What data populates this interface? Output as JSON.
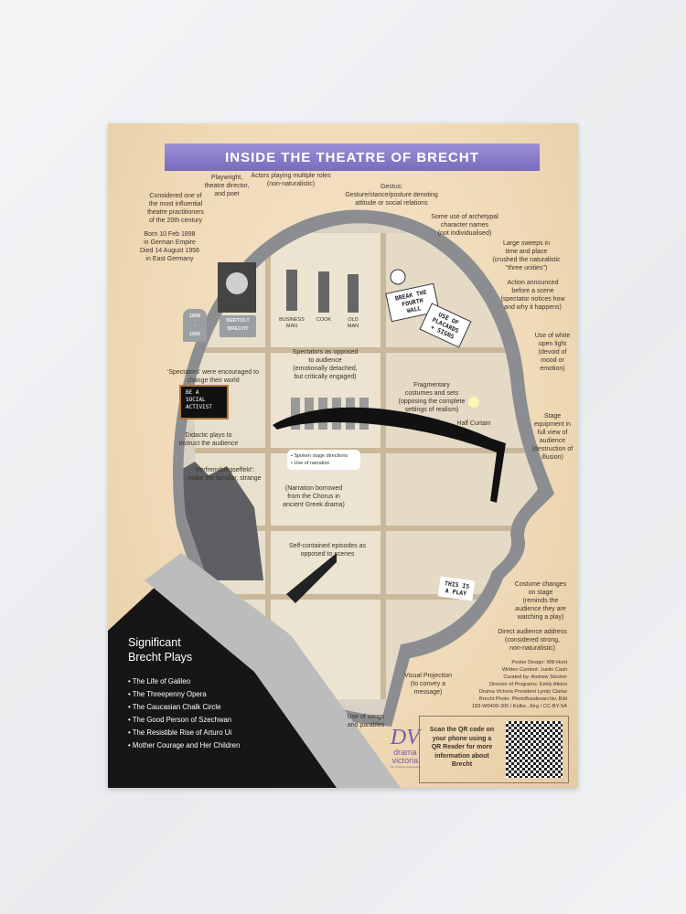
{
  "title": "INSIDE THE THEATRE OF BRECHT",
  "colors": {
    "banner": "#8a7bc9",
    "paper": "#efd9b6",
    "shirt": "#161616",
    "wall": "#7d7f82",
    "logo": "#7a5aa8"
  },
  "annotations": {
    "born": "Born 10 Feb 1898\nin German Empire\nDied 14 August 1956\nin East Germany",
    "influential": "Considered one of\nthe most influential\ntheatre practitioners\nof the 20th century",
    "playwright": "Playwright,\ntheatre director,\nand poet",
    "actors": "Actors playing multiple roles\n(non-naturalistic)",
    "gestus": "Gestus:\nGesture/stance/posture denoting\nattitude or social relations",
    "archetypal": "Some use of archetypal\ncharacter names\n(not individualised)",
    "sweeps": "Large sweeps in\ntime and place\n(crushed the naturalistic\n\"three unities\")",
    "action": "Action announced\nbefore a scene\n(spectator notices how\nand why it happens)",
    "light": "Use of white\nopen light\n(devoid of\nmood or\nemotion)",
    "spectators_change": "'Spectators' were encouraged to\nchange their world",
    "spectators_audience": "Spectators as opposed\nto audience\n(emotionally detached,\nbut critically engaged)",
    "fragmentary": "Fragmentary\ncostumes and sets\n(opposing the complete\nsettings of realism)",
    "didactic": "Didactic plays to\ninstruct the audience",
    "half_curtain": "Half Curtain",
    "stage_equipment": "Stage\nequipment in\nfull view of\naudience\n(destruction of\nillusion)",
    "verfremdung": "'Verfremdungseffekt':\nmake the familiar, strange",
    "narration": "(Narration borrowed\nfrom the Chorus in\nancient Greek drama)",
    "episodes": "Self-contained episodes as\nopposed to scenes",
    "costume": "Costume changes\non stage\n(reminds the\naudience they are\nwatching a play)",
    "direct": "Direct audience address\n(considered strong,\nnon-naturalistic)",
    "projection": "Visual Projection\n(to convey a\nmessage)",
    "songs": "Use of songs\nand parables"
  },
  "props": {
    "gravestone": "1898\n-\n1956",
    "nameplate": "BERTOLT\nBRECHT",
    "roles": [
      "BUSINESS\nMAN",
      "COOK",
      "OLD\nMAN"
    ],
    "break_wall": "BREAK THE\nFOURTH\nWALL",
    "placards": "USE OF\nPLACARDS\n+ SIGNS",
    "chalkboard": "BE A\nSOCIAL\nACTIVIST",
    "speech_bubble": "• Spoken stage directions\n• Use of narration",
    "this_is_a_play": "THIS IS\nA PLAY"
  },
  "plays": {
    "heading": "Significant\nBrecht Plays",
    "items": [
      "The Life of Galileo",
      "The Threepenny Opera",
      "The Caucasian Chalk Circle",
      "The Good Person of Szechwan",
      "The Resistible Rise of Arturo Ui",
      "Mother Courage and Her Children"
    ]
  },
  "credits": [
    "Poster Design: Will Hunt",
    "Written Content: Justin Cash",
    "Curated by: Andrew Stocker",
    "Director of Programs: Emily Atkins",
    "Drama Victoria President Lyndy Clarke",
    "Brecht Photo: PhotoBundesarchiv, Bild",
    "183-W0409-300 / Kolbe, Jörg / CC-BY-SA"
  ],
  "qr_text": "Scan the QR code on your phone using a QR Reader for more information about Brecht",
  "logo": {
    "mark": "DV",
    "name": "drama\nvictoria",
    "tagline": "The Victorian Association"
  }
}
